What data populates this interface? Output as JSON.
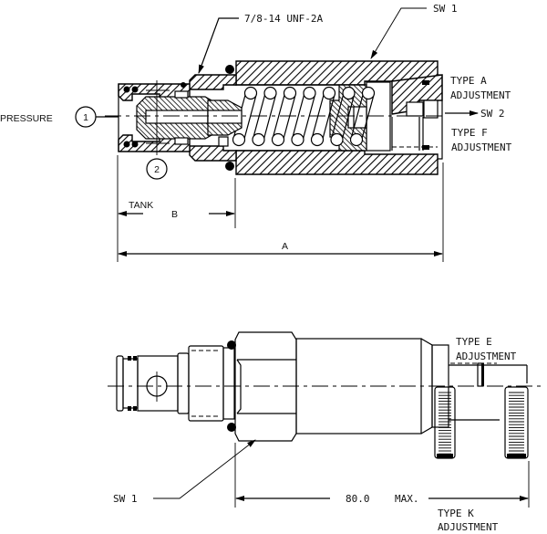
{
  "section_view": {
    "thread_label": "7/8-14 UNF-2A",
    "sw1_label": "SW 1",
    "pressure_label": "PRESSURE",
    "port_1": "1",
    "port_2": "2",
    "type_a_line1": "TYPE A",
    "type_a_line2": "ADJUSTMENT",
    "sw2_label": "SW 2",
    "type_f_line1": "TYPE F",
    "type_f_line2": "ADJUSTMENT",
    "tank_label": "TANK",
    "dim_b": "B",
    "dim_a": "A"
  },
  "exterior_view": {
    "type_e_line1": "TYPE E",
    "type_e_line2": "ADJUSTMENT",
    "sw1_label": "SW 1",
    "dim_value": "80.0",
    "dim_suffix": "MAX.",
    "type_k_line1": "TYPE K",
    "type_k_line2": "ADJUSTMENT"
  }
}
